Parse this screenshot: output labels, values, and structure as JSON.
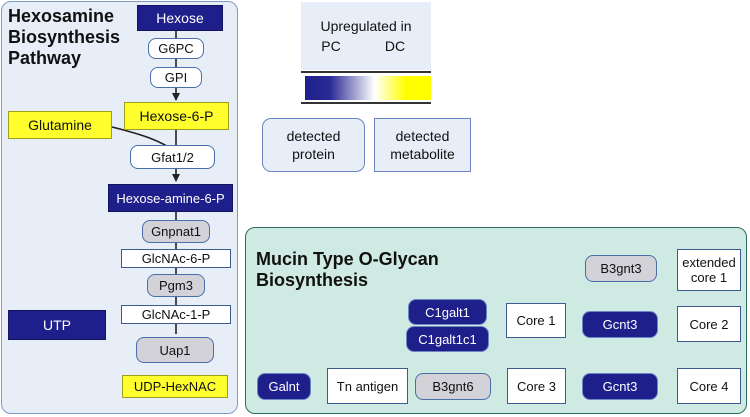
{
  "hexosamine_panel": {
    "title": "Hexosamine\nBiosynthesis\nPathway",
    "nodes": {
      "hexose": "Hexose",
      "g6pc": "G6PC",
      "gpi": "GPI",
      "hexose6p": "Hexose-6-P",
      "glutamine": "Glutamine",
      "gfat": "Gfat1/2",
      "hexoseamine6p": "Hexose-amine-6-P",
      "gnpnat1": "Gnpnat1",
      "glcnac6p": "GlcNAc-6-P",
      "pgm3": "Pgm3",
      "glcnac1p": "GlcNAc-1-P",
      "utp": "UTP",
      "uap1": "Uap1",
      "udphexnac": "UDP-HexNAC"
    }
  },
  "legend": {
    "upregulated_label": "Upregulated in",
    "pc_label": "PC",
    "dc_label": "DC",
    "gradient_colors": [
      "#1f1f8c",
      "#ffffff",
      "#ffff00"
    ],
    "protein_label": "detected\nprotein",
    "metabolite_label": "detected\nmetabolite"
  },
  "mucin_panel": {
    "title": "Mucin Type O-Glycan\nBiosynthesis",
    "nodes": {
      "galnt": "Galnt",
      "tn_antigen": "Tn antigen",
      "c1galt1": "C1galt1",
      "c1galt1c1": "C1galt1c1",
      "core1": "Core 1",
      "b3gnt3": "B3gnt3",
      "extended_core1": "extended\ncore 1",
      "gcnt3_a": "Gcnt3",
      "core2": "Core 2",
      "b3gnt6": "B3gnt6",
      "core3": "Core 3",
      "gcnt3_b": "Gcnt3",
      "core4": "Core 4"
    }
  },
  "colors": {
    "upregulated_pc": "#1f1f8c",
    "upregulated_dc": "#ffff2e",
    "hexosamine_panel_bg": "#e8eef8",
    "mucin_panel_bg": "#cfe9e3",
    "undetermined_protein": "#d2d2d8"
  }
}
